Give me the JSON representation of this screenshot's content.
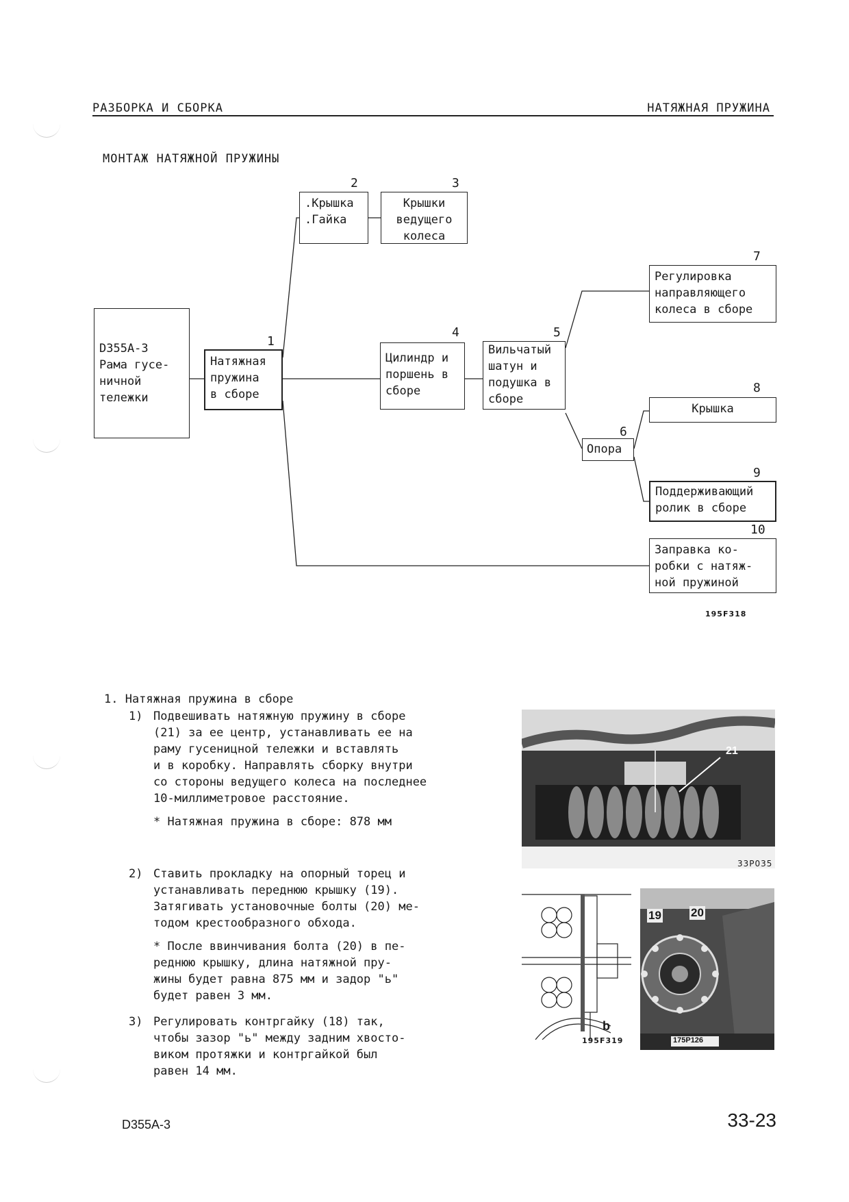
{
  "header": {
    "left": "РАЗБОРКА И СБОРКА",
    "right": "НАТЯЖНАЯ ПРУЖИНА"
  },
  "section_title": "МОНТАЖ НАТЯЖНОЙ ПРУЖИНЫ",
  "diagram": {
    "root": "D355A-3\nРама гусе-\nничной\nтележки",
    "nodes": [
      {
        "num": "1",
        "label": "Натяжная\nпружина\nв сборе"
      },
      {
        "num": "2",
        "label": ".Крышка\n.Гайка"
      },
      {
        "num": "3",
        "label": "Крышки\nведущего\nколеса"
      },
      {
        "num": "4",
        "label": "Цилиндр и\nпоршень в\nсборе"
      },
      {
        "num": "5",
        "label": "Вильчатый\nшатун и\nподушка в\nсборе"
      },
      {
        "num": "6",
        "label": "Опора"
      },
      {
        "num": "7",
        "label": "Регулировка\nнаправляющего\nколеса в сборе"
      },
      {
        "num": "8",
        "label": "Крышка"
      },
      {
        "num": "9",
        "label": "Поддерживающий\nролик в сборе"
      },
      {
        "num": "10",
        "label": "Заправка ко-\nробки с натяж-\nной пружиной"
      }
    ],
    "code": "195F318"
  },
  "steps": {
    "heading": "1. Натяжная пружина в сборе",
    "s1_num": "1)",
    "s1": "Подвешивать натяжную пружину в сборе\n  (21) за ее центр, устанавливать ее на\nраму гусеницной тележки и вставлять\nи в коробку.  Направлять сборку внутри\nсо стороны ведущего колеса на последнее\n10-миллиметровое расстояние.",
    "s1_note": "* Натяжная пружина в сборе: 878 мм",
    "s2_num": "2)",
    "s2": "Ставить прокладку на опорный торец и\nустанавливать переднюю крышку (19).\nЗатягивать установочные болты (20) ме-\nтодом крестообразного обхода.",
    "s2_note": "* После ввинчивания болта (20) в пе-\n  реднюю крышку, длина натяжной пру-\n  жины будет равна 875 мм и задор \"ь\"\n  будет равен 3 мм.",
    "s3_num": "3)",
    "s3": "Регулировать контргайку (18) так,\nчтобы зазор \"ь\" между задним хвосто-\nвиком протяжки и контргайкой был\nравен 14 мм."
  },
  "figures": {
    "photo1_callout": "21",
    "photo1_code": "33P035",
    "sketch_callout": "b",
    "sketch_code": "195F319",
    "photo2_callout_a": "19",
    "photo2_callout_b": "20",
    "photo2_code": "175P126"
  },
  "footer": {
    "model": "D355A-3",
    "page": "33-23"
  }
}
